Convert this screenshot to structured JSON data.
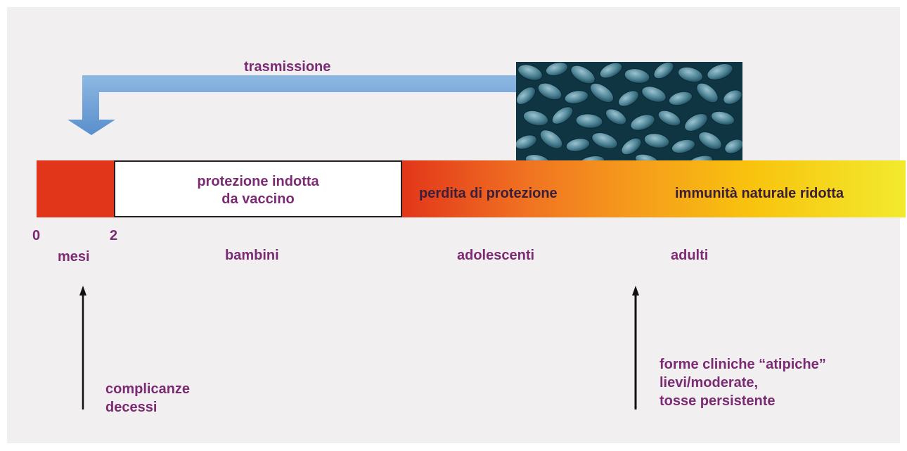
{
  "transmission_label": "trasmissione",
  "bar": {
    "vaccine_protection": "protezione indotta\nda vaccino",
    "loss_of_protection": "perdita di protezione",
    "reduced_immunity": "immunità naturale ridotta"
  },
  "axis": {
    "tick_0": "0",
    "tick_2": "2",
    "unit": "mesi"
  },
  "age_groups": {
    "children": "bambini",
    "adolescents": "adolescenti",
    "adults": "adulti"
  },
  "notes": {
    "infants": "complicanze\ndecessi",
    "adults": "forme cliniche “atipiche”\nlievi/moderate,\ntosse persistente"
  },
  "colors": {
    "label_text": "#7b2b73",
    "transmission_arrow": "#6a9fd4",
    "infant_segment": "#e2361a",
    "gradient_end": "#f2ea2e"
  },
  "image": {
    "icon": "bacteria-micrograph"
  }
}
